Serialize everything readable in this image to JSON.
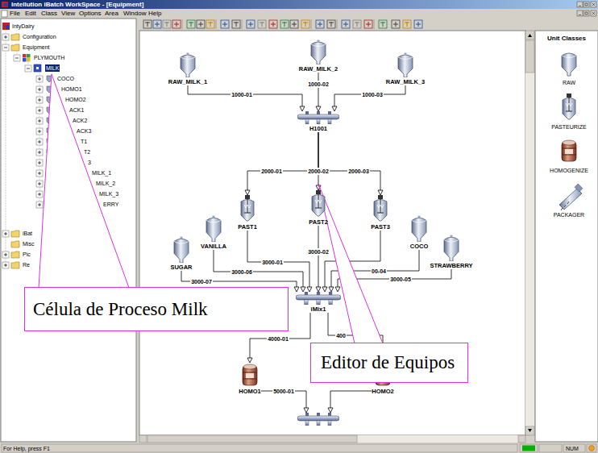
{
  "diagram": {
    "nodes": [
      {
        "text": [
          "RAW_MILK_1"
        ]
      },
      {
        "text": [
          "RAW_MILK_2"
        ]
      },
      {
        "text": [
          "RAW_MILK_3"
        ]
      },
      {
        "text": [
          "H1001"
        ]
      },
      {
        "text": [
          "PAST1"
        ]
      },
      {
        "text": [
          "PAST2"
        ]
      },
      {
        "text": [
          "PAST3"
        ]
      },
      {
        "text": [
          "VANILLA"
        ]
      },
      {
        "text": [
          "COCO"
        ]
      },
      {
        "text": [
          "SUGAR"
        ]
      },
      {
        "text": [
          "STRAWBERRY"
        ]
      },
      {
        "text": [
          "iMix1"
        ]
      },
      {
        "text": [
          "HOMO1"
        ]
      },
      {
        "text": [
          "HOMO2"
        ]
      },
      {
        "text": []
      },
      {
        "text": [
          "Célula de Proceso Milk"
        ]
      },
      {
        "text": [
          "Editor de Equipos"
        ]
      }
    ],
    "edges": [
      {
        "from": 0,
        "to": 3,
        "label": "1000-01",
        "arrow": "to"
      },
      {
        "from": 1,
        "to": 3,
        "label": "1000-02",
        "arrow": "to"
      },
      {
        "from": 2,
        "to": 3,
        "label": "1000-03",
        "arrow": "to"
      },
      {
        "from": 3,
        "to": 4,
        "label": "2000-01",
        "arrow": "to"
      },
      {
        "from": 3,
        "to": 5,
        "label": "2000-02",
        "arrow": "to"
      },
      {
        "from": 3,
        "to": 6,
        "label": "2000-03",
        "arrow": "to"
      },
      {
        "from": 4,
        "to": 11,
        "label": "3000-01",
        "arrow": "to"
      },
      {
        "from": 5,
        "to": 11,
        "label": "3000-02",
        "arrow": "to"
      },
      {
        "from": 6,
        "to": 11,
        "arrow": "to"
      },
      {
        "from": 8,
        "to": 11,
        "label": "00-04",
        "arrow": "to"
      },
      {
        "from": 10,
        "to": 11,
        "label": "3000-05",
        "arrow": "to"
      },
      {
        "from": 7,
        "to": 11,
        "label": "3000-06",
        "arrow": "to"
      },
      {
        "from": 9,
        "to": 11,
        "label": "3000-07",
        "arrow": "to"
      },
      {
        "from": 11,
        "to": 12,
        "label": "4000-01",
        "arrow": "to"
      },
      {
        "from": 11,
        "to": 13,
        "label": "400",
        "arrow": "to"
      },
      {
        "from": 12,
        "to": 14,
        "label": "5000-01",
        "arrow": "to"
      },
      {
        "from": 13,
        "to": 14,
        "arrow": "to"
      }
    ],
    "labels": [
      "Intellution iBatch WorkSpace - [Equipment]",
      "File",
      "Edit",
      "Class",
      "View",
      "Options",
      "Area",
      "Window",
      "Help",
      "IntyDairy",
      "Configuration",
      "Equipment",
      "PLYMOUTH",
      "MILK",
      "COCO",
      "HOMO1",
      "HOMO2",
      "ACK1",
      "ACK2",
      "ACK3",
      "T1",
      "T2",
      "3",
      "MILK_1",
      "MILK_2",
      "MILK_3",
      "ERRY",
      "iBat",
      "Misc",
      "Pic",
      "Re",
      "Unit Classes",
      "RAW",
      "PASTEURIZE",
      "HOMOGENIZE",
      "PACKAGER",
      "For Help, press F1",
      "NUM"
    ]
  }
}
